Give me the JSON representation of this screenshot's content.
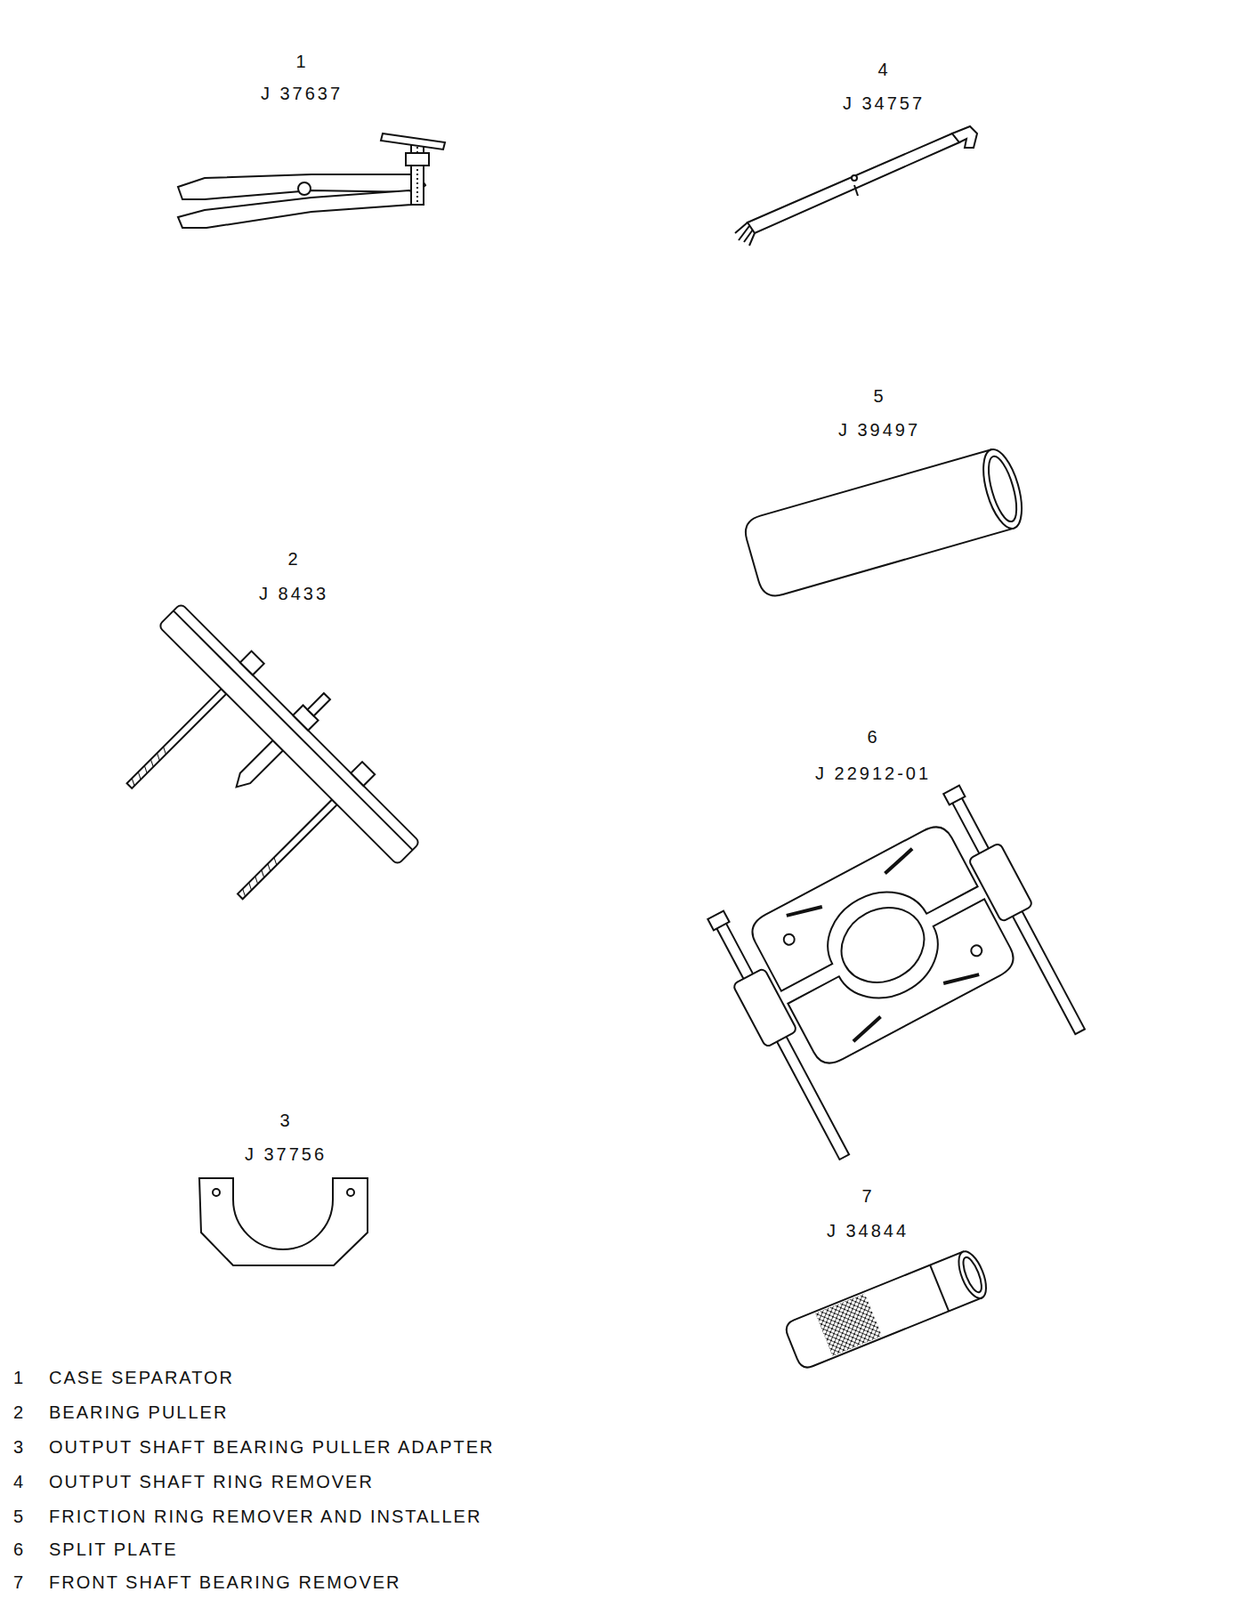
{
  "diagram": {
    "labels": [
      "1",
      "J 37637",
      "4",
      "J 34757",
      "5",
      "J 39497",
      "2",
      "J 8433",
      "6",
      "J 22912-01",
      "3",
      "J 37756",
      "7",
      "J 34844",
      "1",
      "CASE SEPARATOR",
      "2",
      "BEARING PULLER",
      "3",
      "OUTPUT SHAFT BEARING PULLER ADAPTER",
      "4",
      "OUTPUT SHAFT RING REMOVER",
      "5",
      "FRICTION RING REMOVER AND INSTALLER",
      "6",
      "SPLIT PLATE",
      "7",
      "FRONT SHAFT BEARING REMOVER"
    ]
  }
}
